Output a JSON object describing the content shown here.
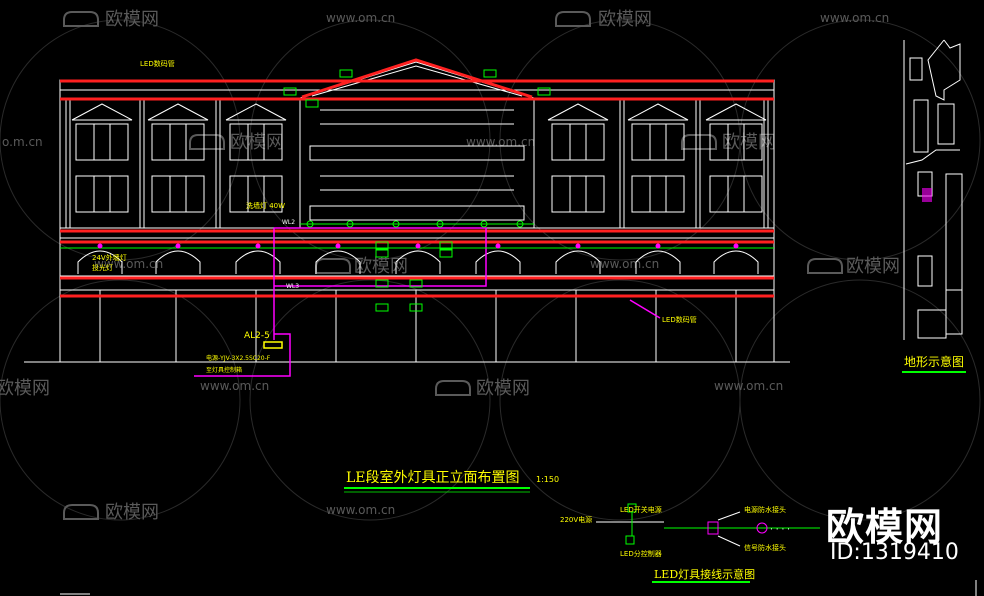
{
  "watermark": {
    "brand": "欧模网",
    "url": "www.om.cn",
    "url_short": "o.m.cn",
    "id_label": "ID:1319410"
  },
  "elevation": {
    "title": "LE段室外灯具正立面布置图",
    "scale": "1:150",
    "labels": {
      "led_tube_top": "LED数码管",
      "led_tube_bottom": "LED数码管",
      "wash_light": "洗墙灯 40W",
      "spot_label": "24V外墙灯",
      "spot_label2": "投光灯",
      "panel": "AL2-5",
      "wire1": "WL2",
      "wire2": "WL3",
      "cable1": "电源-YJV-3X2.5SC20-F",
      "cable2": "至灯具控制箱"
    }
  },
  "site_plan": {
    "title": "地形示意图"
  },
  "wiring": {
    "title": "LED灯具接线示意图",
    "labels": {
      "power_in": "220V电源",
      "driver": "LED开关电源",
      "controller": "LED分控制器",
      "power_head": "电源防水接头",
      "signal_head": "信号防水接头"
    }
  },
  "colors": {
    "line": "#ffffff",
    "red": "#ff2020",
    "green": "#00ff00",
    "magenta": "#ff00ff",
    "yellow": "#ffff00",
    "watermark": "#5a5a5a"
  }
}
